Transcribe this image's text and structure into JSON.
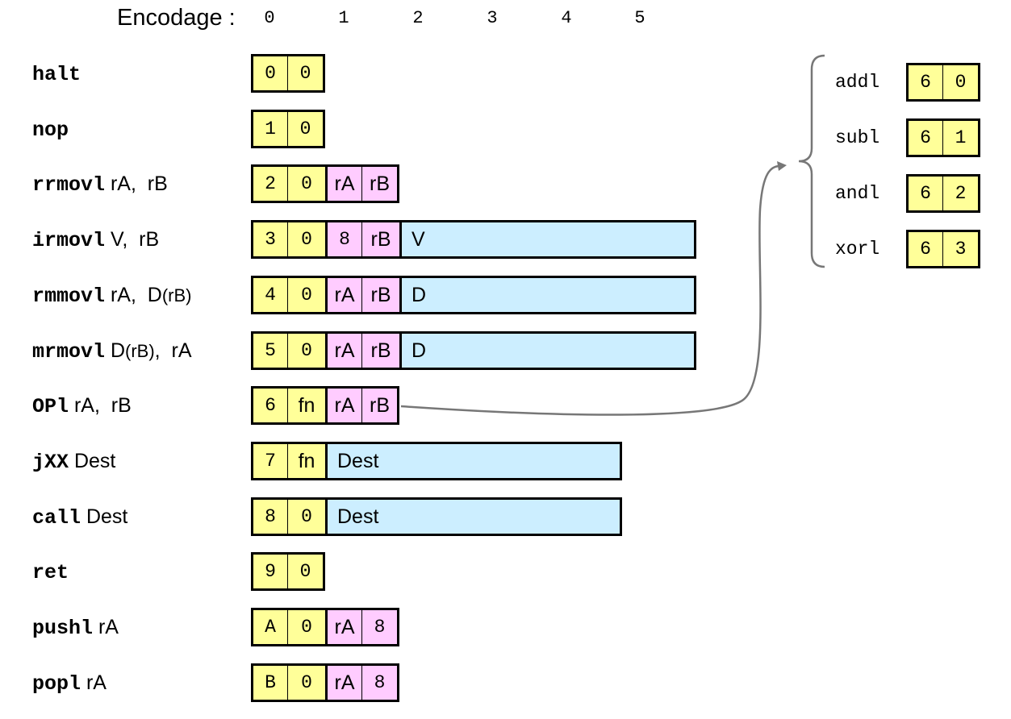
{
  "header": {
    "label": "Encodage :",
    "byte_numbers": [
      "0",
      "1",
      "2",
      "3",
      "4",
      "5"
    ]
  },
  "instructions": [
    {
      "mnemonic": "halt",
      "operands": "",
      "cells": [
        {
          "t": "0",
          "c": "y",
          "f": "mono"
        },
        {
          "t": "0",
          "c": "y",
          "f": "mono"
        }
      ]
    },
    {
      "mnemonic": "nop",
      "operands": "",
      "cells": [
        {
          "t": "1",
          "c": "y",
          "f": "mono"
        },
        {
          "t": "0",
          "c": "y",
          "f": "mono"
        }
      ]
    },
    {
      "mnemonic": "rrmovl",
      "operands": " rA,  rB",
      "cells": [
        {
          "t": "2",
          "c": "y",
          "f": "mono"
        },
        {
          "t": "0",
          "c": "y",
          "f": "mono"
        },
        {
          "t": "rA",
          "c": "p",
          "f": "sans"
        },
        {
          "t": "rB",
          "c": "p",
          "f": "sans"
        }
      ]
    },
    {
      "mnemonic": "irmovl",
      "operands": " V,  rB",
      "cells": [
        {
          "t": "3",
          "c": "y",
          "f": "mono"
        },
        {
          "t": "0",
          "c": "y",
          "f": "mono"
        },
        {
          "t": "8",
          "c": "p",
          "f": "mono"
        },
        {
          "t": "rB",
          "c": "p",
          "f": "sans"
        },
        {
          "t": "V",
          "c": "b",
          "f": "sans",
          "w": "w368"
        }
      ]
    },
    {
      "mnemonic": "rmmovl",
      "operands": " rA,  D",
      "paren": "(rB)",
      "cells": [
        {
          "t": "4",
          "c": "y",
          "f": "mono"
        },
        {
          "t": "0",
          "c": "y",
          "f": "mono"
        },
        {
          "t": "rA",
          "c": "p",
          "f": "sans"
        },
        {
          "t": "rB",
          "c": "p",
          "f": "sans"
        },
        {
          "t": "D",
          "c": "b",
          "f": "sans",
          "w": "w368"
        }
      ]
    },
    {
      "mnemonic": "mrmovl",
      "operands": " D",
      "paren": "(rB)",
      "operands_tail": ",  rA",
      "cells": [
        {
          "t": "5",
          "c": "y",
          "f": "mono"
        },
        {
          "t": "0",
          "c": "y",
          "f": "mono"
        },
        {
          "t": "rA",
          "c": "p",
          "f": "sans"
        },
        {
          "t": "rB",
          "c": "p",
          "f": "sans"
        },
        {
          "t": "D",
          "c": "b",
          "f": "sans",
          "w": "w368"
        }
      ]
    },
    {
      "mnemonic": "OPl",
      "operands": " rA,  rB",
      "cells": [
        {
          "t": "6",
          "c": "y",
          "f": "mono"
        },
        {
          "t": "fn",
          "c": "y",
          "f": "sans"
        },
        {
          "t": "rA",
          "c": "p",
          "f": "sans"
        },
        {
          "t": "rB",
          "c": "p",
          "f": "sans"
        }
      ]
    },
    {
      "mnemonic": "jXX",
      "operands": " Dest",
      "cells": [
        {
          "t": "7",
          "c": "y",
          "f": "mono"
        },
        {
          "t": "fn",
          "c": "y",
          "f": "sans"
        },
        {
          "t": "Dest",
          "c": "b",
          "f": "sans",
          "w": "w368"
        }
      ]
    },
    {
      "mnemonic": "call",
      "operands": " Dest",
      "cells": [
        {
          "t": "8",
          "c": "y",
          "f": "mono"
        },
        {
          "t": "0",
          "c": "y",
          "f": "mono"
        },
        {
          "t": "Dest",
          "c": "b",
          "f": "sans",
          "w": "w368"
        }
      ]
    },
    {
      "mnemonic": "ret",
      "operands": "",
      "cells": [
        {
          "t": "9",
          "c": "y",
          "f": "mono"
        },
        {
          "t": "0",
          "c": "y",
          "f": "mono"
        }
      ]
    },
    {
      "mnemonic": "pushl",
      "operands": " rA",
      "cells": [
        {
          "t": "A",
          "c": "y",
          "f": "mono"
        },
        {
          "t": "0",
          "c": "y",
          "f": "mono"
        },
        {
          "t": "rA",
          "c": "p",
          "f": "sans"
        },
        {
          "t": "8",
          "c": "p",
          "f": "mono"
        }
      ]
    },
    {
      "mnemonic": "popl",
      "operands": " rA",
      "cells": [
        {
          "t": "B",
          "c": "y",
          "f": "mono"
        },
        {
          "t": "0",
          "c": "y",
          "f": "mono"
        },
        {
          "t": "rA",
          "c": "p",
          "f": "sans"
        },
        {
          "t": "8",
          "c": "p",
          "f": "mono"
        }
      ]
    }
  ],
  "op_functions": [
    {
      "name": "addl",
      "code": [
        "6",
        "0"
      ]
    },
    {
      "name": "subl",
      "code": [
        "6",
        "1"
      ]
    },
    {
      "name": "andl",
      "code": [
        "6",
        "2"
      ]
    },
    {
      "name": "xorl",
      "code": [
        "6",
        "3"
      ]
    }
  ],
  "colors": {
    "opcode_byte": "#ffff99",
    "register_byte": "#ffccff",
    "constant_word": "#cceeff",
    "connector": "#777777"
  }
}
